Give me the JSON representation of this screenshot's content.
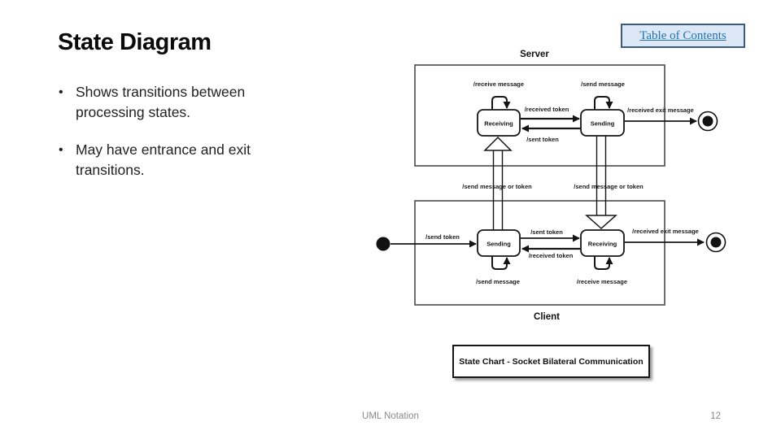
{
  "slide": {
    "title": "State Diagram",
    "bullet_char": "•",
    "bullets": [
      {
        "lines": [
          "Shows transitions between",
          "processing states."
        ]
      },
      {
        "lines": [
          "May have entrance and exit",
          "transitions."
        ]
      }
    ],
    "toc_label": "Table of Contents",
    "footer_text": "UML Notation",
    "page_number": "12"
  },
  "diagram": {
    "type": "uml-state-chart",
    "caption": "State Chart - Socket Bilateral Communication",
    "server": {
      "label": "Server",
      "receiving_state": "Receiving",
      "sending_state": "Sending",
      "receiving_self_loop": "/receive message",
      "sending_self_loop": "/send message",
      "receiving_to_sending": "/received token",
      "sending_to_receiving": "/sent token",
      "exit_transition": "/received exit message"
    },
    "client": {
      "label": "Client",
      "sending_state": "Sending",
      "receiving_state": "Receiving",
      "sending_self_loop": "/send message",
      "receiving_self_loop": "/receive message",
      "entry_transition": "/send token",
      "sending_to_receiving": "/sent token",
      "receiving_to_sending": "/received token",
      "exit_transition": "/received exit message"
    },
    "channels": {
      "client_to_server": "/send message or token",
      "server_to_client": "/send message or token"
    }
  },
  "colors": {
    "toc_border": "#3d5c7d",
    "toc_bg": "#dce8f5",
    "toc_text": "#2273b3",
    "footer_text": "#8a8a8a",
    "diagram_box_border": "#4a4a4a",
    "ink": "#111111",
    "background": "#ffffff"
  }
}
